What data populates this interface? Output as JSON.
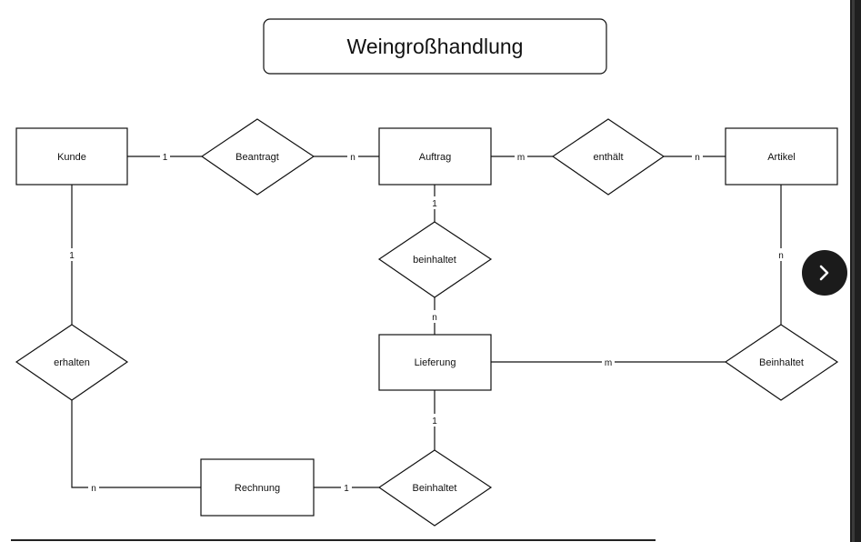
{
  "diagram": {
    "title": "Weingroßhandlung",
    "entities": {
      "kunde": "Kunde",
      "auftrag": "Auftrag",
      "artikel": "Artikel",
      "lieferung": "Lieferung",
      "rechnung": "Rechnung"
    },
    "relationships": {
      "beantragt": "Beantragt",
      "enthaelt": "enthält",
      "beinhaltet_auftrag_lieferung": "beinhaltet",
      "erhalten": "erhalten",
      "beinhaltet_artikel_lieferung": "Beinhaltet",
      "beinhaltet_lieferung_rechnung": "Beinhaltet"
    },
    "cardinalities": {
      "kunde_beantragt": "1",
      "beantragt_auftrag": "n",
      "auftrag_enthaelt": "m",
      "enthaelt_artikel": "n",
      "auftrag_beinhaltet": "1",
      "beinhaltet_lieferung": "n",
      "kunde_erhalten": "1",
      "erhalten_rechnung": "n",
      "artikel_beinhaltet": "n",
      "lieferung_beinhaltet": "m",
      "lieferung_beinhaltet2": "1",
      "rechnung_beinhaltet": "1"
    }
  },
  "navigation": {
    "next_icon": "chevron-right-icon"
  }
}
